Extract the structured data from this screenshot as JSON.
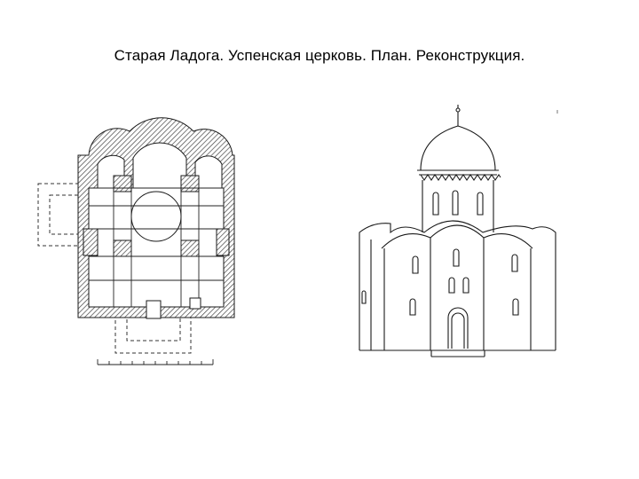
{
  "slide": {
    "title": "Старая Ладога. Успенская церковь. План. Реконструкция."
  },
  "figures": [
    {
      "name": "plan",
      "kind": "floor-plan"
    },
    {
      "name": "elevation",
      "kind": "facade-reconstruction"
    }
  ],
  "colors": {
    "line": "#1a1a1a",
    "hatch": "#555555",
    "dashed": "#333333",
    "background": "#ffffff"
  }
}
